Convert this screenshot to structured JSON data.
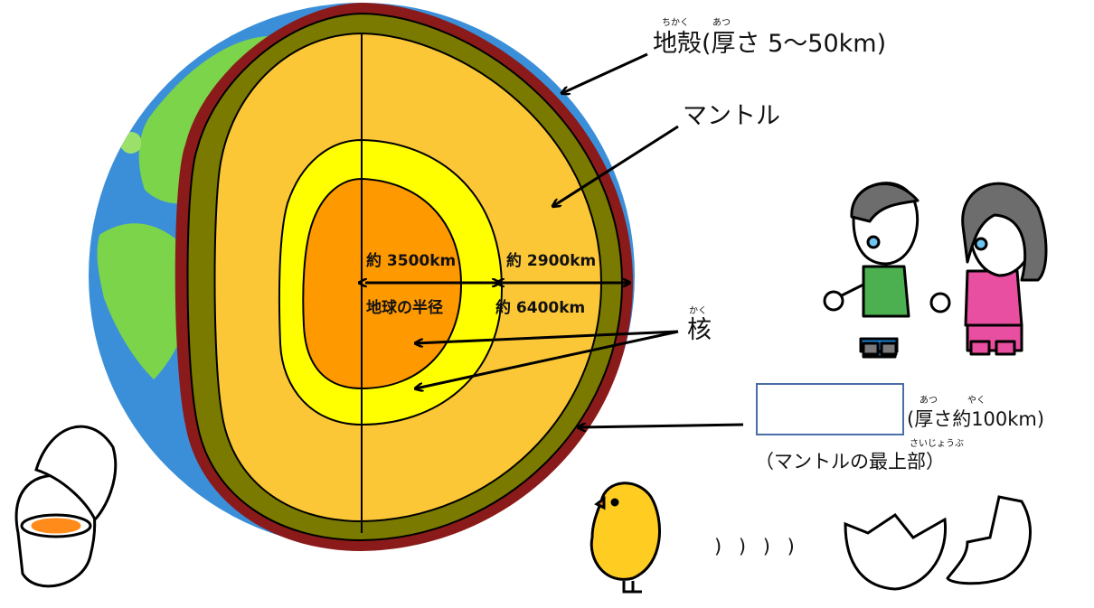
{
  "labels": {
    "crust": "地殻(厚さ 5～50km)",
    "crust_ruby_1": "ちかく",
    "crust_ruby_2": "あつ",
    "mantle": "マントル",
    "core": "核",
    "core_ruby": "かく",
    "outer_depth": "約 3500km",
    "mantle_depth": "約 2900km",
    "radius_label": "地球の半径",
    "radius_value": "約 6400km",
    "plate_thickness": "(厚さ約100km)",
    "plate_ruby_1": "あつ",
    "plate_ruby_2": "やく",
    "plate_note": "（マントルの最上部）",
    "plate_note_ruby": "さいじょうぶ",
    "hatch_dots": ") ) ) )"
  },
  "answer_box": {
    "value": ""
  },
  "colors": {
    "ocean": "#3b8fd9",
    "land": "#7bd44a",
    "crust_outer": "#8b1a1a",
    "crust_band": "#7a7a00",
    "mantle": "#fbc737",
    "outer_core": "#ffff00",
    "inner_core": "#ff9900",
    "boy_shirt": "#4caf50",
    "girl_shirt": "#e84fa0",
    "chick": "#ffcc22"
  }
}
